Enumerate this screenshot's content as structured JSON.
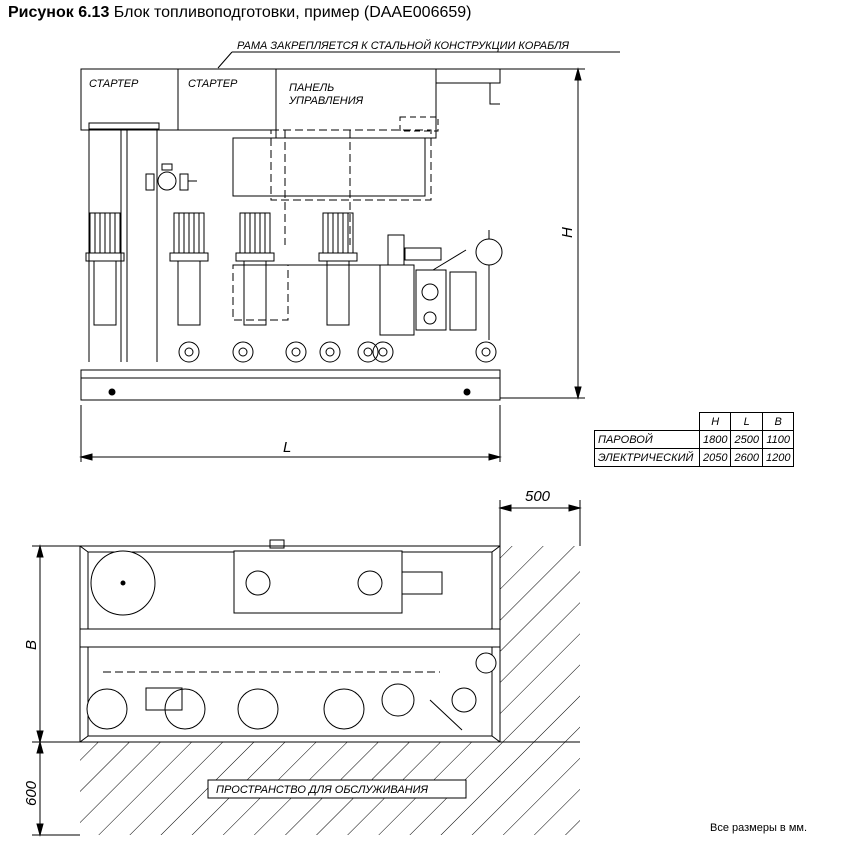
{
  "figure": {
    "caption_bold": "Рисунок 6.13",
    "caption_text": " Блок топливоподготовки, пример (DAAE006659)"
  },
  "labels": {
    "frame_note": "РАМА ЗАКРЕПЛЯЕТСЯ К СТАЛЬНОЙ КОНСТРУКЦИИ КОРАБЛЯ",
    "starter_1": "СТАРТЕР",
    "starter_2": "СТАРТЕР",
    "panel_line1": "ПАНЕЛЬ",
    "panel_line2": "УПРАВЛЕНИЯ",
    "service_space": "ПРОСТРАНСТВО ДЛЯ ОБСЛУЖИВАНИЯ"
  },
  "dimensions": {
    "height_symbol": "H",
    "length_symbol": "L",
    "width_symbol": "B",
    "clearance_side": "500",
    "clearance_front": "600"
  },
  "dimension_table": {
    "headers": [
      "H",
      "L",
      "B"
    ],
    "rows": [
      {
        "label": "ПАРОВОЙ",
        "values": [
          "1800",
          "2500",
          "1100"
        ]
      },
      {
        "label": "ЭЛЕКТРИЧЕСКИЙ",
        "values": [
          "2050",
          "2600",
          "1200"
        ]
      }
    ]
  },
  "footnote": "Все размеры в мм."
}
